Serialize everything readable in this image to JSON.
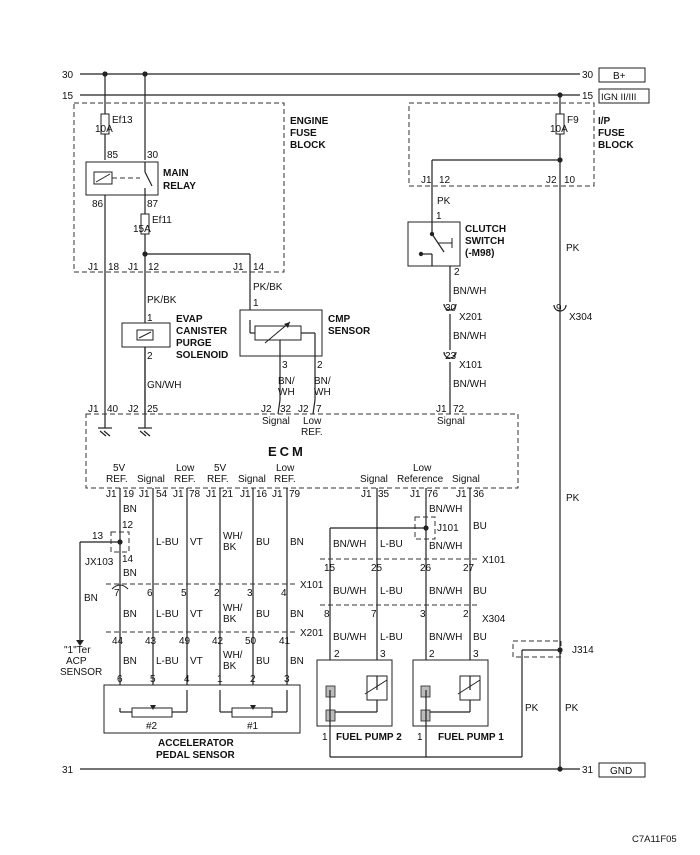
{
  "rails": {
    "top_label": "30",
    "top_tag": "B+",
    "ign_label": "15",
    "ign_tag": "IGN II/III",
    "bottom_label": "31",
    "bottom_tag": "GND"
  },
  "engine_fuse_block": {
    "title1": "ENGINE",
    "title2": "FUSE",
    "title3": "BLOCK",
    "fuse_ef13": "Ef13",
    "fuse_ef13_amp": "10A",
    "fuse_ef11": "Ef11",
    "fuse_ef11_amp": "15A",
    "relay_pin_85": "85",
    "relay_pin_30": "30",
    "relay_pin_86": "86",
    "relay_pin_87": "87",
    "relay_name1": "MAIN",
    "relay_name2": "RELAY",
    "conn_j1_a": "J1",
    "pin_18": "18",
    "conn_j1_b": "J1",
    "pin_12": "12",
    "conn_j1_c": "J1",
    "pin_14": "14"
  },
  "ip_fuse_block": {
    "title1": "I/P",
    "title2": "FUSE",
    "title3": "BLOCK",
    "fuse": "F9",
    "fuse_amp": "10A",
    "conn_j1": "J1",
    "pin_12": "12",
    "conn_j2": "J2",
    "pin_10": "10"
  },
  "wires": {
    "pk_bk_1": "PK/BK",
    "pk_bk_2": "PK/BK",
    "gn_wh": "GN/WH",
    "pk_1": "PK",
    "pk_2": "PK",
    "pk_3": "PK",
    "pk_4": "PK",
    "pk_5": "PK",
    "bn_wh_1": "BN/WH",
    "bn_wh_2": "BN/WH",
    "bn_wh_3": "BN/WH",
    "cmp_bn_wh_a1": "BN/",
    "cmp_bn_wh_a2": "WH",
    "cmp_bn_wh_b1": "BN/",
    "cmp_bn_wh_b2": "WH",
    "bn": "BN"
  },
  "components": {
    "evap1": "EVAP",
    "evap2": "CANISTER",
    "evap3": "PURGE",
    "evap4": "SOLENOID",
    "evap_pin1": "1",
    "evap_pin2": "2",
    "cmp1": "CMP",
    "cmp2": "SENSOR",
    "cmp_pin1": "1",
    "cmp_pin3": "3",
    "cmp_pin2": "2",
    "clutch1": "CLUTCH",
    "clutch2": "SWITCH",
    "clutch3": "(-M98)",
    "clutch_pin1": "1",
    "clutch_pin2": "2",
    "fp2": "FUEL PUMP 2",
    "fp1": "FUEL PUMP 1",
    "aps1": "ACCELERATOR",
    "aps2": "PEDAL SENSOR",
    "aps_s2": "#2",
    "aps_s1": "#1",
    "acp1": "\"1\"Ter",
    "acp2": "ACP",
    "acp3": "SENSOR"
  },
  "connectors": {
    "x201": "X201",
    "x201_pin": "30",
    "x101": "X101",
    "x101_pin": "23",
    "x304": "X304",
    "x304_pin": "9",
    "j314": "J314",
    "j101": "J101",
    "jx103": "JX103",
    "jx103_pin13": "13",
    "jx103_pin12": "12",
    "jx103_pin14": "14",
    "x101_b": "X101",
    "x201_b": "X201",
    "x101_c": "X101",
    "x304_b": "X304"
  },
  "ecm": {
    "title": "ECM",
    "top_pins": [
      {
        "conn": "J1",
        "pin": "40"
      },
      {
        "conn": "J2",
        "pin": "25"
      },
      {
        "conn": "J2",
        "pin": "32"
      },
      {
        "conn": "J2",
        "pin": "7"
      },
      {
        "conn": "J1",
        "pin": "72"
      }
    ],
    "top_sig_cmp": "Signal",
    "top_low1": "Low",
    "top_low2": "REF.",
    "top_sig_clutch": "Signal",
    "bottom_labels": [
      {
        "l1": "5V",
        "l2": "REF."
      },
      {
        "l1": "",
        "l2": "Signal"
      },
      {
        "l1": "Low",
        "l2": "REF."
      },
      {
        "l1": "5V",
        "l2": "REF."
      },
      {
        "l1": "",
        "l2": "Signal"
      },
      {
        "l1": "Low",
        "l2": "REF."
      },
      {
        "l1": "",
        "l2": "Signal"
      },
      {
        "l1": "Low",
        "l2": "Reference"
      },
      {
        "l1": "",
        "l2": "Signal"
      }
    ],
    "bottom_pins": [
      {
        "conn": "J1",
        "pin": "19"
      },
      {
        "conn": "J1",
        "pin": "54"
      },
      {
        "conn": "J1",
        "pin": "78"
      },
      {
        "conn": "J1",
        "pin": "21"
      },
      {
        "conn": "J1",
        "pin": "16"
      },
      {
        "conn": "J1",
        "pin": "79"
      },
      {
        "conn": "J1",
        "pin": "35"
      },
      {
        "conn": "J1",
        "pin": "76"
      },
      {
        "conn": "J1",
        "pin": "36"
      }
    ]
  },
  "aps_wires": {
    "col_colors": [
      "BN",
      "L-BU",
      "VT",
      "WH/BK",
      "BU",
      "BN"
    ],
    "x101_pins": [
      "7",
      "6",
      "5",
      "2",
      "3",
      "4"
    ],
    "x201_pins": [
      "44",
      "43",
      "49",
      "42",
      "50",
      "41"
    ],
    "sensor_pins": [
      "6",
      "5",
      "4",
      "1",
      "2",
      "3"
    ]
  },
  "pump_wires": {
    "top_colors": [
      "BN/WH",
      "L-BU",
      "BU"
    ],
    "bn_wh_lower": "BN/WH",
    "x101_pins": [
      "15",
      "25",
      "26",
      "27"
    ],
    "mid_colors": [
      "BU/WH",
      "L-BU",
      "BN/WH",
      "BU"
    ],
    "x304_pins": [
      "8",
      "7",
      "3",
      "2"
    ],
    "low_colors": [
      "BU/WH",
      "L-BU",
      "BN/WH",
      "BU"
    ],
    "pump_pins": [
      "2",
      "3",
      "2",
      "3"
    ],
    "gnd_pin_fp2": "1",
    "gnd_pin_fp1": "1"
  },
  "code": "C7A11F05"
}
